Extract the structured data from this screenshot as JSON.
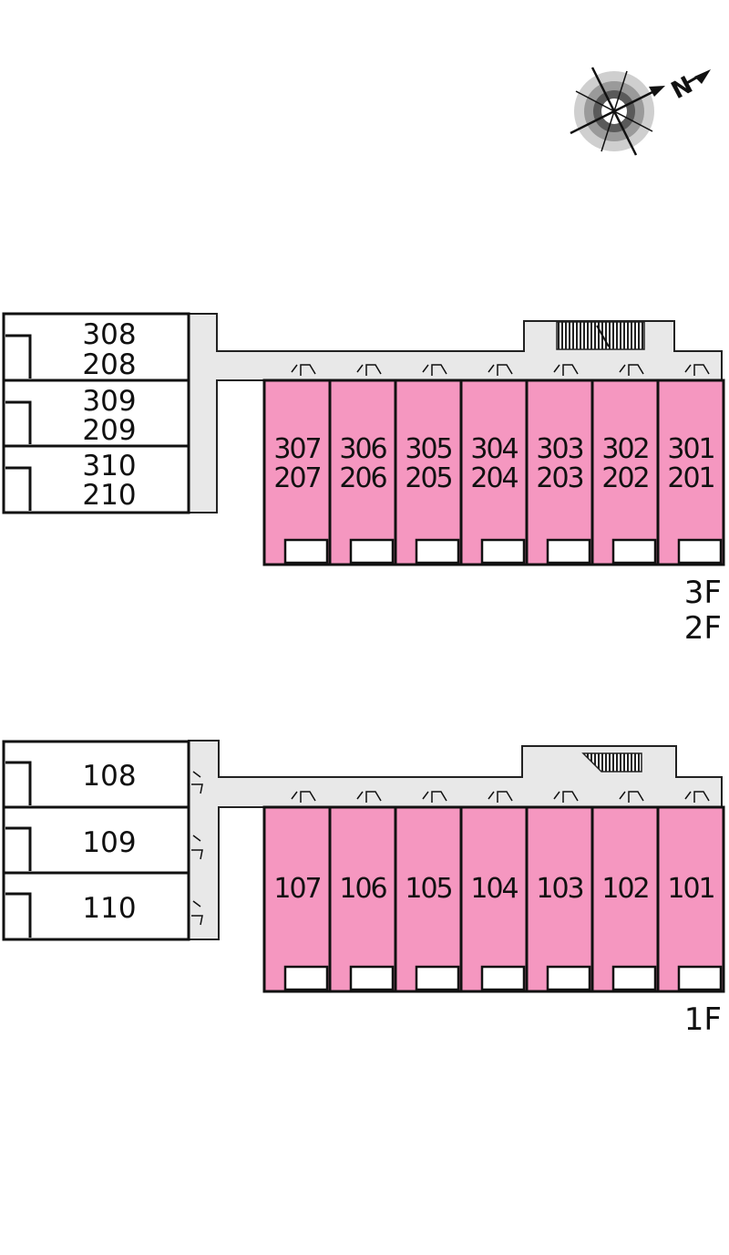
{
  "colors": {
    "highlight": "#f597c0",
    "corridor": "#e8e8e8",
    "wall": "#111111",
    "room": "#ffffff"
  },
  "compass": {
    "icon": "compass-icon",
    "north_label": "N"
  },
  "upper_floors": {
    "floor_labels": [
      "3F",
      "2F"
    ],
    "west_units": [
      {
        "top": "308",
        "bottom": "208"
      },
      {
        "top": "309",
        "bottom": "209"
      },
      {
        "top": "310",
        "bottom": "210"
      }
    ],
    "south_units": [
      {
        "top": "307",
        "bottom": "207"
      },
      {
        "top": "306",
        "bottom": "206"
      },
      {
        "top": "305",
        "bottom": "205"
      },
      {
        "top": "304",
        "bottom": "204"
      },
      {
        "top": "303",
        "bottom": "203"
      },
      {
        "top": "302",
        "bottom": "202"
      },
      {
        "top": "301",
        "bottom": "201"
      }
    ]
  },
  "ground_floor": {
    "floor_label": "1F",
    "west_units": [
      "108",
      "109",
      "110"
    ],
    "south_units": [
      "107",
      "106",
      "105",
      "104",
      "103",
      "102",
      "101"
    ]
  }
}
